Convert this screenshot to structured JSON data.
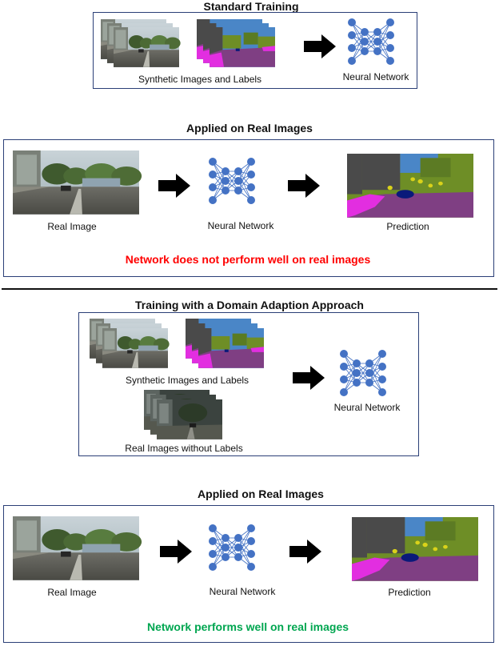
{
  "sections": {
    "standard": {
      "title": "Standard Training",
      "synthetic_caption": "Synthetic Images and Labels",
      "network_caption": "Neural Network"
    },
    "applied1": {
      "title": "Applied on Real Images",
      "real_caption": "Real Image",
      "network_caption": "Neural Network",
      "prediction_caption": "Prediction",
      "message": "Network does not perform well on real images"
    },
    "domain": {
      "title": "Training with a Domain Adaption Approach",
      "synthetic_caption": "Synthetic Images and Labels",
      "real_unlabeled_caption": "Real Images without Labels",
      "network_caption": "Neural Network"
    },
    "applied2": {
      "title": "Applied on Real Images",
      "real_caption": "Real Image",
      "network_caption": "Neural Network",
      "prediction_caption": "Prediction",
      "message": "Network performs well on real images"
    }
  },
  "colors": {
    "frame": "#2b3f77",
    "node": "#4472c4",
    "bad_message": "#ff0000",
    "good_message": "#00a650",
    "seg_purple": "#7f3f83",
    "seg_magenta": "#e22ee0",
    "seg_green": "#6e8e26",
    "seg_sky": "#4a86c7",
    "seg_gray": "#4a4a4a",
    "seg_navy": "#0a1a7a",
    "seg_yellow": "#d9d21a"
  }
}
